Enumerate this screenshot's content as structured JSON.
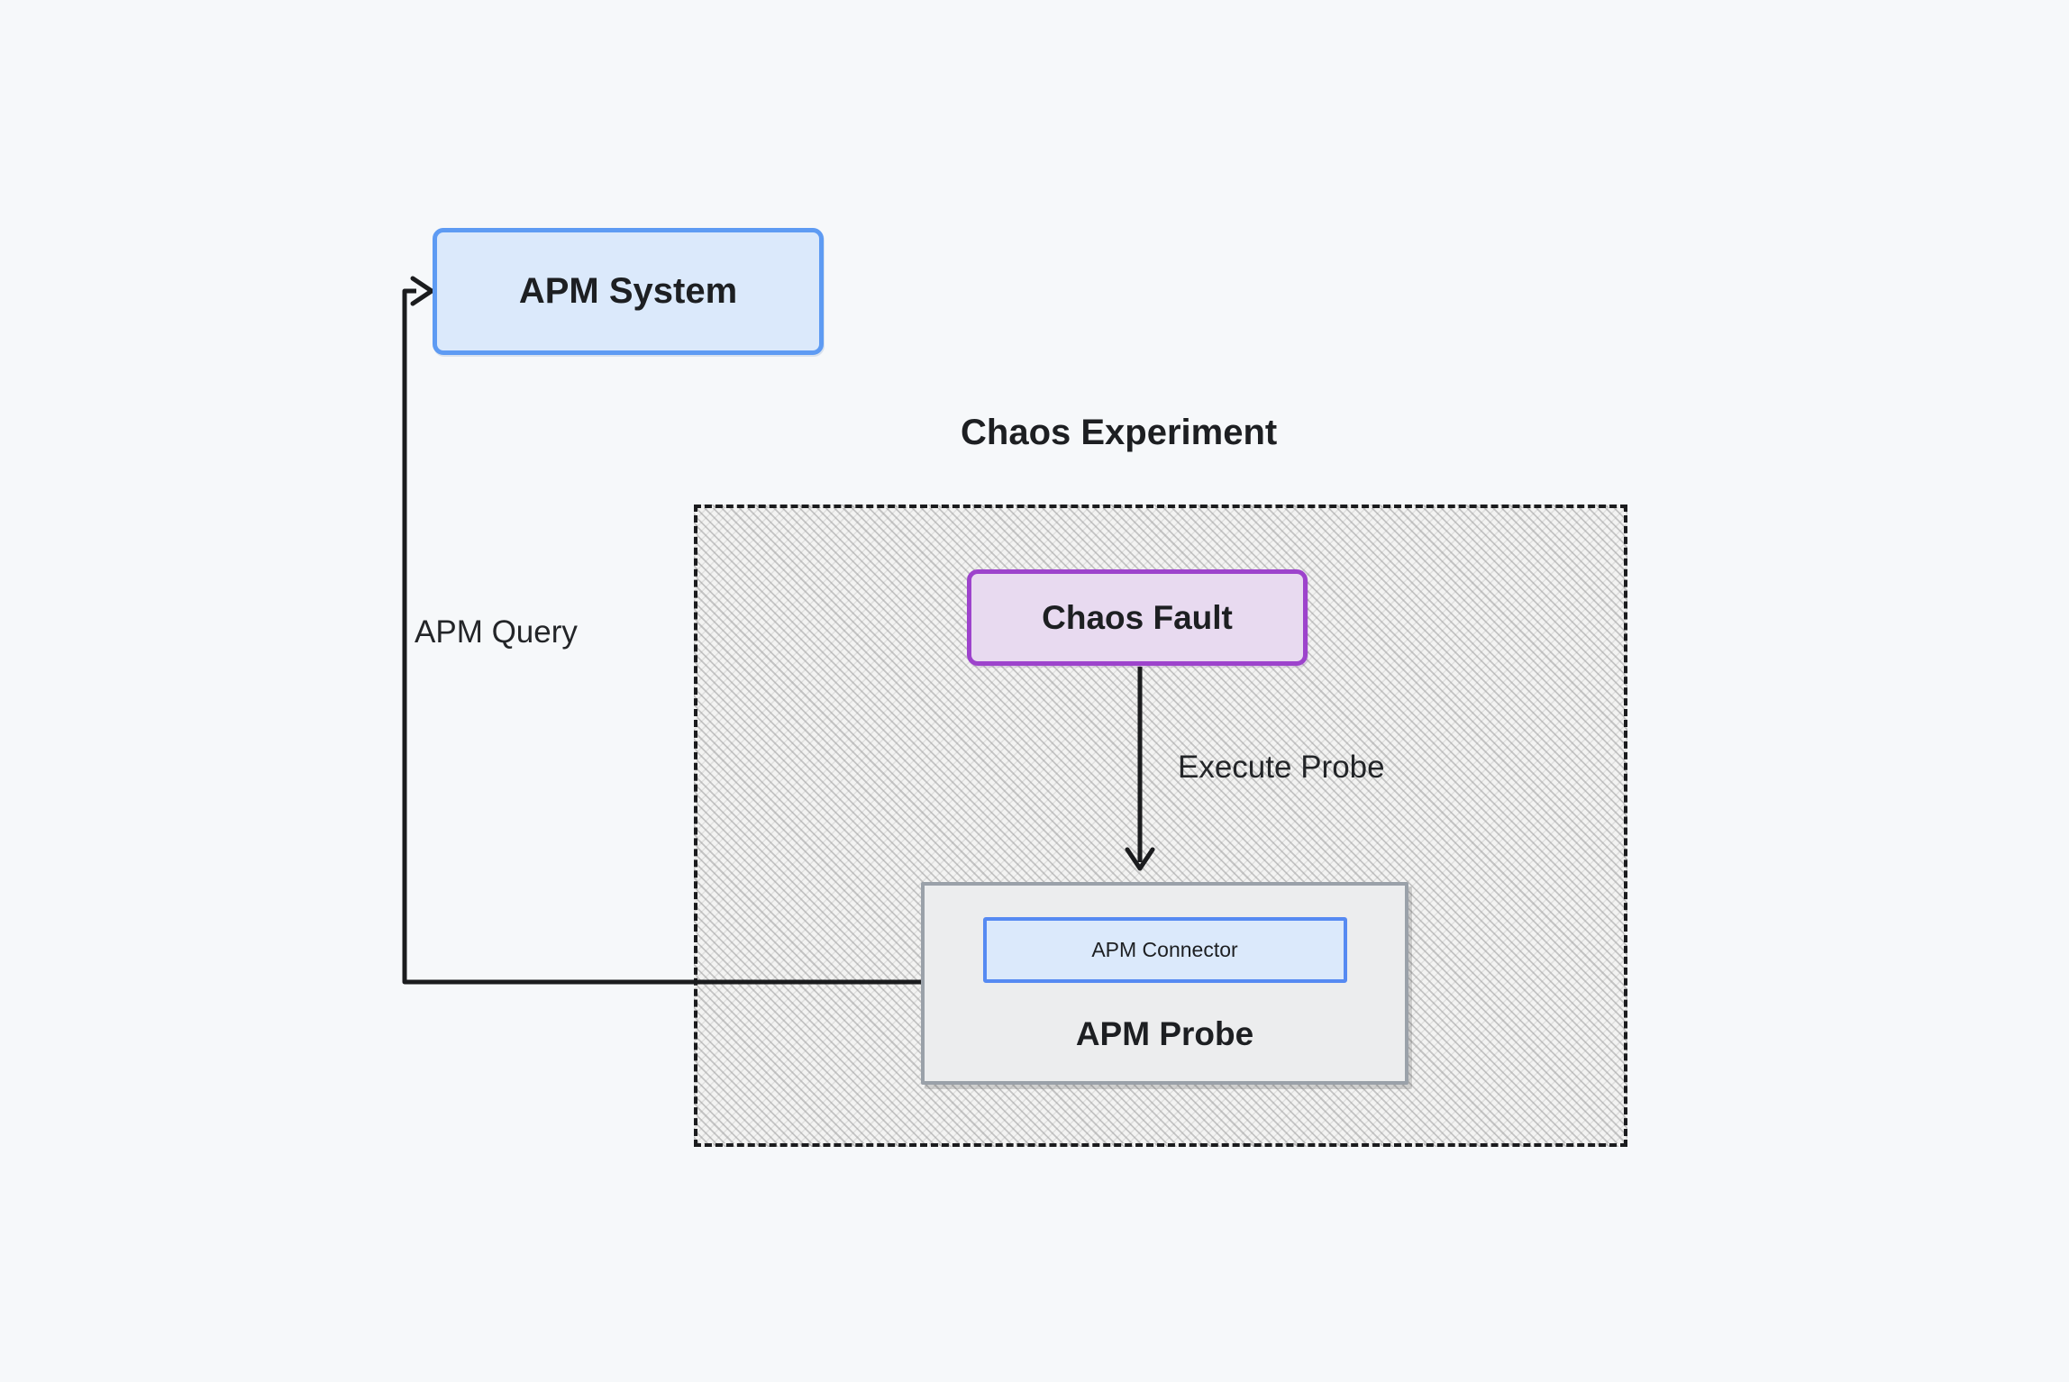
{
  "diagram": {
    "title": "Chaos Experiment",
    "nodes": {
      "apm_system": {
        "label": "APM System"
      },
      "chaos_fault": {
        "label": "Chaos Fault"
      },
      "apm_connector": {
        "label": "APM Connector"
      },
      "apm_probe": {
        "label": "APM Probe"
      }
    },
    "edges": {
      "apm_query": {
        "label": "APM Query",
        "from": "apm_probe",
        "to": "apm_system"
      },
      "execute_probe": {
        "label": "Execute Probe",
        "from": "chaos_fault",
        "to": "apm_probe"
      }
    },
    "colors": {
      "page_background": "#f6f8fa",
      "blue_fill": "#dbe9fb",
      "blue_border": "#5e9bf3",
      "connector_border": "#568af2",
      "purple_fill": "#e8daf0",
      "purple_border": "#9d43cc",
      "gray_fill": "#ecedee",
      "gray_border": "#9aa1a9",
      "hatch_background": "#f3f3f2",
      "line_color": "#1b1c1e"
    }
  }
}
